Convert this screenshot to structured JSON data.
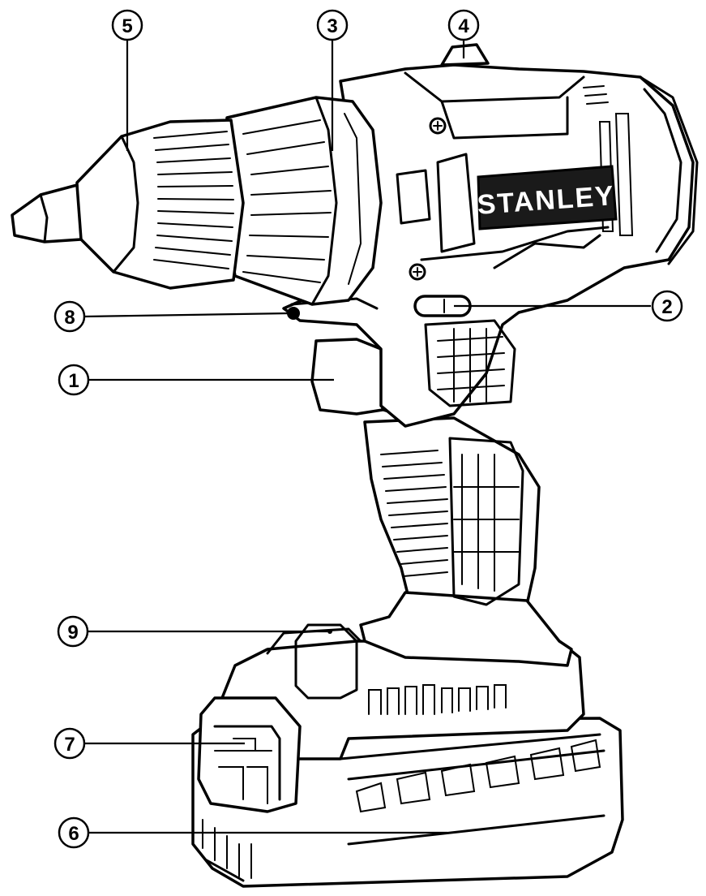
{
  "brand": {
    "logo_text": "STANLEY",
    "logo_bg": "#1a1a1a",
    "logo_fg": "#ffffff"
  },
  "callouts": [
    {
      "id": "5",
      "label": "5"
    },
    {
      "id": "3",
      "label": "3"
    },
    {
      "id": "4",
      "label": "4"
    },
    {
      "id": "8",
      "label": "8"
    },
    {
      "id": "2",
      "label": "2"
    },
    {
      "id": "1",
      "label": "1"
    },
    {
      "id": "9",
      "label": "9"
    },
    {
      "id": "7",
      "label": "7"
    },
    {
      "id": "6",
      "label": "6"
    }
  ]
}
